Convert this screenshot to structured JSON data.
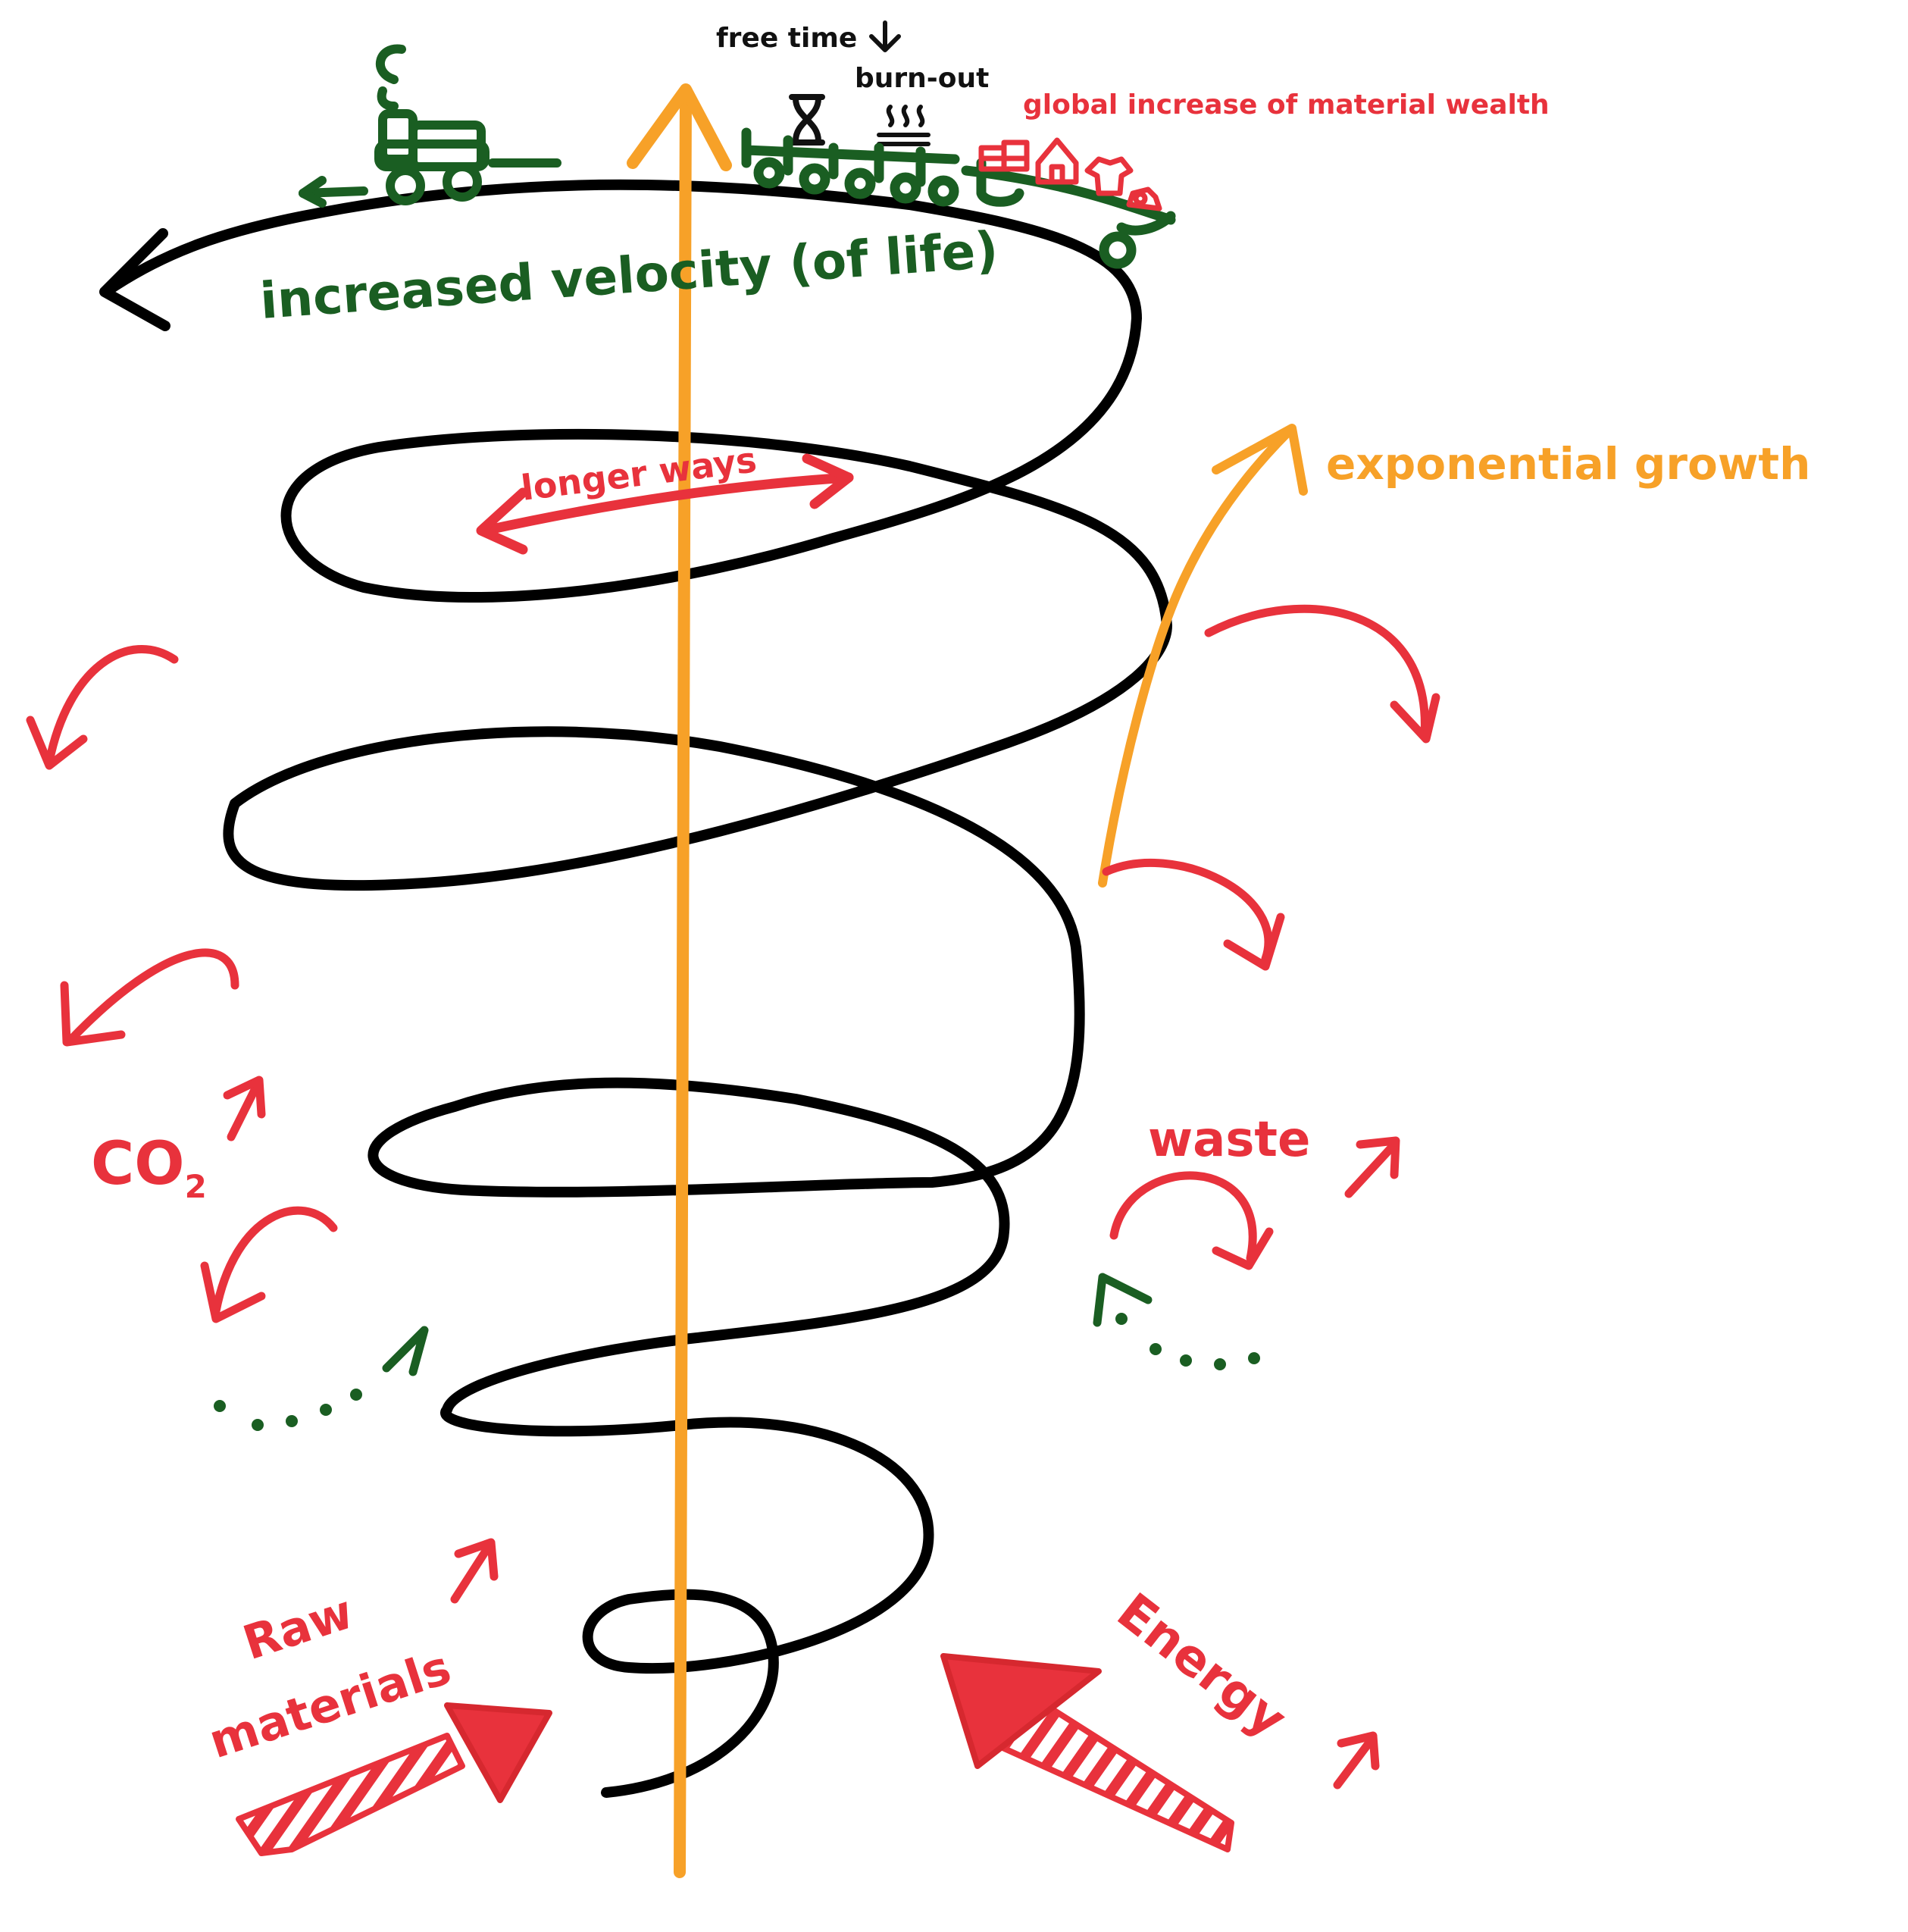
{
  "labels": {
    "free_time": "free time",
    "burn_out": "burn-out",
    "global_wealth": "global increase of material wealth",
    "velocity": "increased velocity (of life)",
    "longer_ways": "longer ways",
    "exponential_growth": "exponential growth",
    "co2_main": "CO",
    "co2_sub": "2",
    "waste": "waste",
    "raw_materials_line1": "Raw",
    "raw_materials_line2": "materials",
    "energy": "Energy"
  },
  "colors": {
    "spiral": "#000000",
    "axis": "#f7a128",
    "red": "#e8323c",
    "green": "#1a5e22",
    "black_text": "#111111"
  },
  "icons": [
    "tractor-icon",
    "hourglass-icon",
    "steam-icon",
    "train-icon",
    "gift-icon",
    "house-icon",
    "shirt-icon",
    "car-icon"
  ]
}
